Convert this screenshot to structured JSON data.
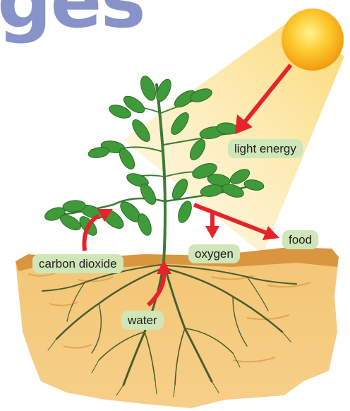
{
  "heading": {
    "text": "ges"
  },
  "labels": {
    "light_energy": "light energy",
    "food": "food",
    "oxygen": "oxygen",
    "carbon_dioxide": "carbon dioxide",
    "water": "water"
  },
  "colors": {
    "heading": "#8793c9",
    "sun": "#f7b21a",
    "sun_glow": "#fde07a",
    "arrow": "#e4242b",
    "label_bg": "#cfe6b8",
    "soil": "#efbe6c",
    "soil_top": "#d08a3a",
    "leaf": "#3f9a3a",
    "stem": "#3b7b34",
    "root": "#4a5d2c"
  }
}
